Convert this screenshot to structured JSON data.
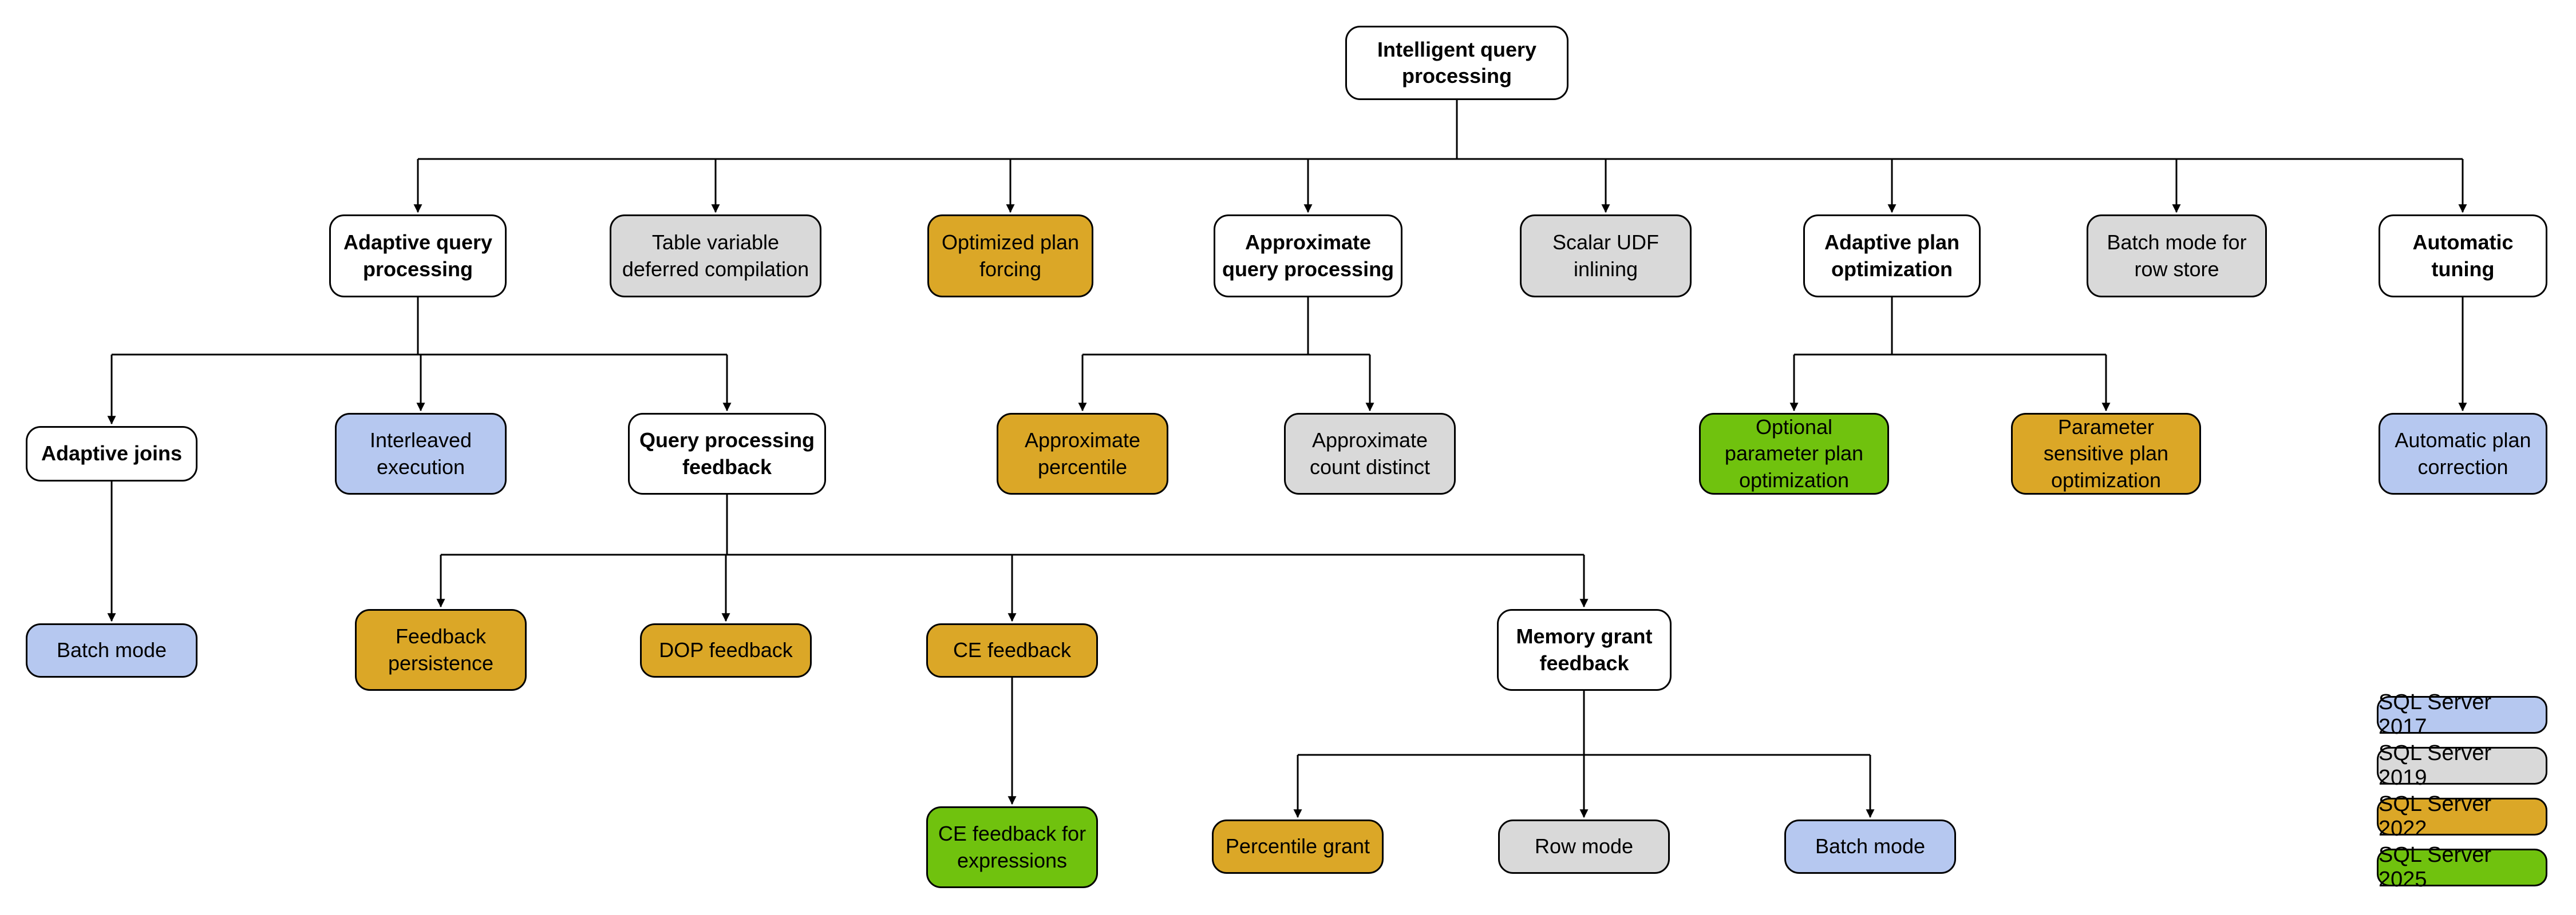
{
  "colors": {
    "white": "#ffffff",
    "blue": "#b6c8f0",
    "gray": "#d9d9d9",
    "gold": "#dba727",
    "green": "#70c20e"
  },
  "nodes": [
    {
      "label": "Intelligent query processing",
      "color": "white"
    },
    {
      "label": "Adaptive query processing",
      "color": "white"
    },
    {
      "label": "Table variable deferred compilation",
      "color": "gray"
    },
    {
      "label": "Optimized plan forcing",
      "color": "gold"
    },
    {
      "label": "Approximate query processing",
      "color": "white"
    },
    {
      "label": "Scalar UDF inlining",
      "color": "gray"
    },
    {
      "label": "Adaptive plan optimization",
      "color": "white"
    },
    {
      "label": "Batch mode for row store",
      "color": "gray"
    },
    {
      "label": "Automatic tuning",
      "color": "white"
    },
    {
      "label": "Adaptive joins",
      "color": "white"
    },
    {
      "label": "Interleaved execution",
      "color": "blue"
    },
    {
      "label": "Query processing feedback",
      "color": "white"
    },
    {
      "label": "Approximate percentile",
      "color": "gold"
    },
    {
      "label": "Approximate count distinct",
      "color": "gray"
    },
    {
      "label": "Optional parameter plan optimization",
      "color": "green"
    },
    {
      "label": "Parameter sensitive plan optimization",
      "color": "gold"
    },
    {
      "label": "Automatic plan correction",
      "color": "blue"
    },
    {
      "label": "Batch mode",
      "color": "blue"
    },
    {
      "label": "Feedback persistence",
      "color": "gold"
    },
    {
      "label": "DOP feedback",
      "color": "gold"
    },
    {
      "label": "CE feedback",
      "color": "gold"
    },
    {
      "label": "Memory grant feedback",
      "color": "white"
    },
    {
      "label": "CE feedback for expressions",
      "color": "green"
    },
    {
      "label": "Percentile grant",
      "color": "gold"
    },
    {
      "label": "Row mode",
      "color": "gray"
    },
    {
      "label": "Batch mode",
      "color": "blue"
    }
  ],
  "legend": {
    "items": [
      {
        "label": "SQL Server 2017",
        "color": "blue"
      },
      {
        "label": "SQL Server 2019",
        "color": "gray"
      },
      {
        "label": "SQL Server 2022",
        "color": "gold"
      },
      {
        "label": "SQL Server 2025",
        "color": "green"
      }
    ]
  }
}
